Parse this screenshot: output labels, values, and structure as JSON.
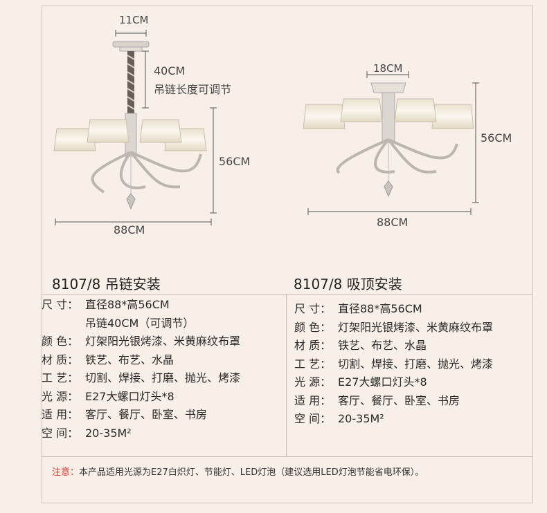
{
  "left": {
    "dims": {
      "top_width": "11CM",
      "chain_length": "40CM",
      "chain_note": "吊链长度可调节",
      "height": "56CM",
      "width": "88CM"
    },
    "title": "8107/8  吊链安装",
    "specs": [
      {
        "label": "尺 寸：",
        "value": "直径88*高56CM"
      },
      {
        "label": "",
        "value": "吊链40CM（可调节）"
      },
      {
        "label": "颜 色：",
        "value": "灯架阳光银烤漆、米黄麻纹布罩"
      },
      {
        "label": "材 质：",
        "value": "铁艺、布艺、水晶"
      },
      {
        "label": "工 艺：",
        "value": "切割、焊接、打磨、抛光、烤漆"
      },
      {
        "label": "光 源：",
        "value": "E27大螺口灯头*8"
      },
      {
        "label": "适 用：",
        "value": "客厅、餐厅、卧室、书房"
      },
      {
        "label": "空 间：",
        "value": "20-35M²"
      }
    ]
  },
  "right": {
    "dims": {
      "top_width": "18CM",
      "height": "56CM",
      "width": "88CM"
    },
    "title": "8107/8  吸顶安装",
    "specs": [
      {
        "label": "尺 寸：",
        "value": "直径88*高56CM"
      },
      {
        "label": "颜 色：",
        "value": "灯架阳光银烤漆、米黄麻纹布罩"
      },
      {
        "label": "材 质：",
        "value": "铁艺、布艺、水晶"
      },
      {
        "label": "工 艺：",
        "value": "切割、焊接、打磨、抛光、烤漆"
      },
      {
        "label": "光 源：",
        "value": "E27大螺口灯头*8"
      },
      {
        "label": "适 用：",
        "value": "客厅、餐厅、卧室、书房"
      },
      {
        "label": "空 间：",
        "value": "20-35M²"
      }
    ]
  },
  "note": {
    "prefix": "注意：",
    "text": "本产品适用光源为E27白炽灯、节能灯、LED灯泡（建议选用LED灯泡节能省电环保）。"
  },
  "colors": {
    "background": "#f8efe8",
    "note_red": "#d23a2a",
    "frame_line": "#cbbfb6"
  }
}
